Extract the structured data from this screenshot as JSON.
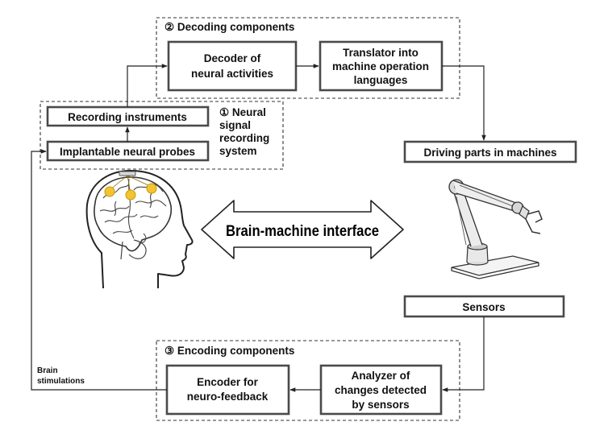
{
  "groups": {
    "decoding": "② Decoding components",
    "recording": [
      "① Neural",
      "signal",
      "recording",
      "system"
    ],
    "encoding": "③ Encoding components"
  },
  "boxes": {
    "decoder": [
      "Decoder of",
      "neural activities"
    ],
    "translator": [
      "Translator into",
      "machine operation",
      "languages"
    ],
    "recording_instruments": "Recording instruments",
    "implantable_probes": "Implantable neural probes",
    "driving_parts": "Driving parts in machines",
    "sensors": "Sensors",
    "analyzer": [
      "Analyzer of",
      "changes detected",
      "by sensors"
    ],
    "encoder": [
      "Encoder for",
      "neuro-feedback"
    ]
  },
  "labels": {
    "bmi": "Brain-machine interface",
    "brain_stimulations": [
      "Brain",
      "stimulations"
    ]
  },
  "colors": {
    "probe_dot": "#f2c430",
    "box_border": "#4a4a4a",
    "text": "#111111"
  },
  "icons": [
    "human-head-with-brain-icon",
    "robotic-arm-icon"
  ]
}
